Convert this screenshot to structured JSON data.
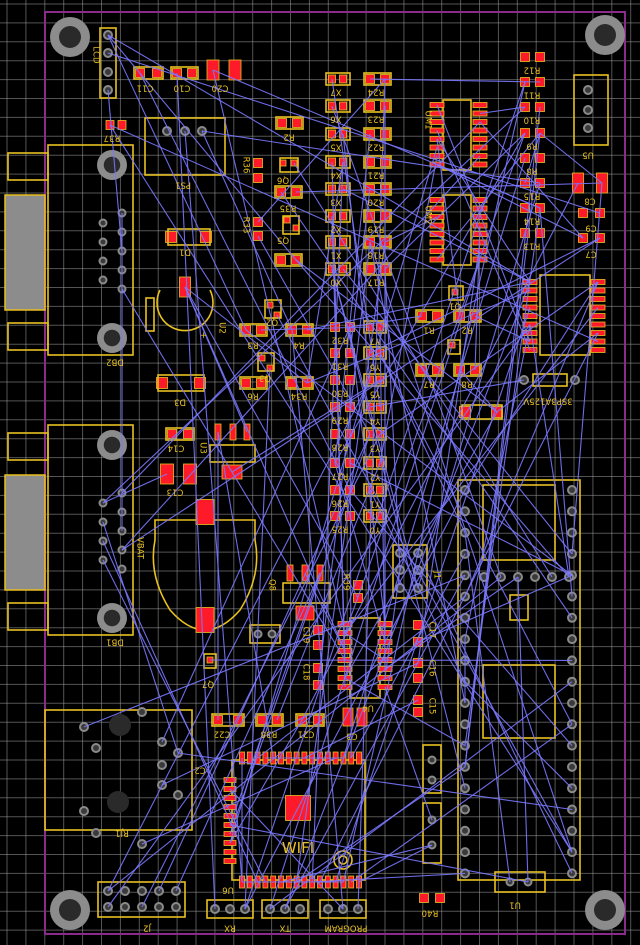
{
  "view": "pcb-layout-bottom",
  "colors": {
    "background": "#000000",
    "grid": "#9a9a9a",
    "board_outline": "#8a2a8a",
    "silkscreen": "#e8c020",
    "smd_pad": "#ff1a2a",
    "ratsnest": "#7a78ff",
    "through_hole": "#8a8a8a",
    "connector_shell": "#8c8c8c"
  },
  "labels": {
    "LCD": "LCD",
    "C11": "C11",
    "C10": "C10",
    "C20": "C20",
    "R37": "R37",
    "PS1": "PS1",
    "R2a": "R2",
    "R36": "R36",
    "Q6": "Q6",
    "R35": "R35",
    "R33": "R33",
    "Q5": "Q5",
    "D1": "D1",
    "U2": "U2",
    "DB2": "DB2",
    "DB1": "DB1",
    "Q2": "Q2",
    "R3": "R3",
    "R4": "R4",
    "Q3": "Q3",
    "R6": "R6",
    "R34": "R34",
    "D3": "D3",
    "C14": "C14",
    "U3": "U3",
    "C13": "C13",
    "VBAT": "VBAT",
    "Q8": "Q8",
    "R39": "R39",
    "J1": "J1",
    "Q7": "Q7",
    "C19": "C19",
    "C18": "C18",
    "U4": "U4",
    "C17": "C17",
    "C16": "C16",
    "C15": "C15",
    "C22": "C22",
    "R38": "R38",
    "C21": "C21",
    "C3": "C3",
    "RJ1": "RJ1",
    "C2": "C2",
    "U6": "U6",
    "J2": "J2",
    "RX": "RX",
    "TX": "TX",
    "PROGRAM": "PROGRAM",
    "R40": "R40",
    "U1": "U1",
    "U5": "U5",
    "UM1": "UM1",
    "UM2": "UM2",
    "C8": "C8",
    "C9": "C9",
    "C7": "C7",
    "Q1": "Q1",
    "R1": "R1",
    "R2b": "R2",
    "R7": "R7",
    "R8b": "R8",
    "FUSE": "3SP3A125V",
    "R32": "R32",
    "R31": "R31",
    "R30": "R30",
    "R29": "R29",
    "R28": "R28",
    "R27": "R27",
    "R26": "R26",
    "R25": "R25",
    "Y7": "Y7",
    "Y6": "Y6",
    "Y5": "Y5",
    "Y4": "Y4",
    "Y3": "Y3",
    "Y2": "Y2",
    "Y1": "Y1",
    "Y0": "Y0",
    "X7": "X7",
    "X6": "X6",
    "X5": "X5",
    "X4": "X4",
    "X3": "X3",
    "X2": "X2",
    "X1": "X1",
    "X0": "X0",
    "R24": "R24",
    "R23": "R23",
    "R22": "R22",
    "R21": "R21",
    "R20": "R20",
    "R19": "R19",
    "R18": "R18",
    "R17": "R17",
    "R12": "R12",
    "R11": "R11",
    "R10": "R10",
    "R9": "R9",
    "R8": "R8",
    "R15": "R15",
    "R14": "R14",
    "R13": "R13"
  },
  "module_text": "WIFI"
}
